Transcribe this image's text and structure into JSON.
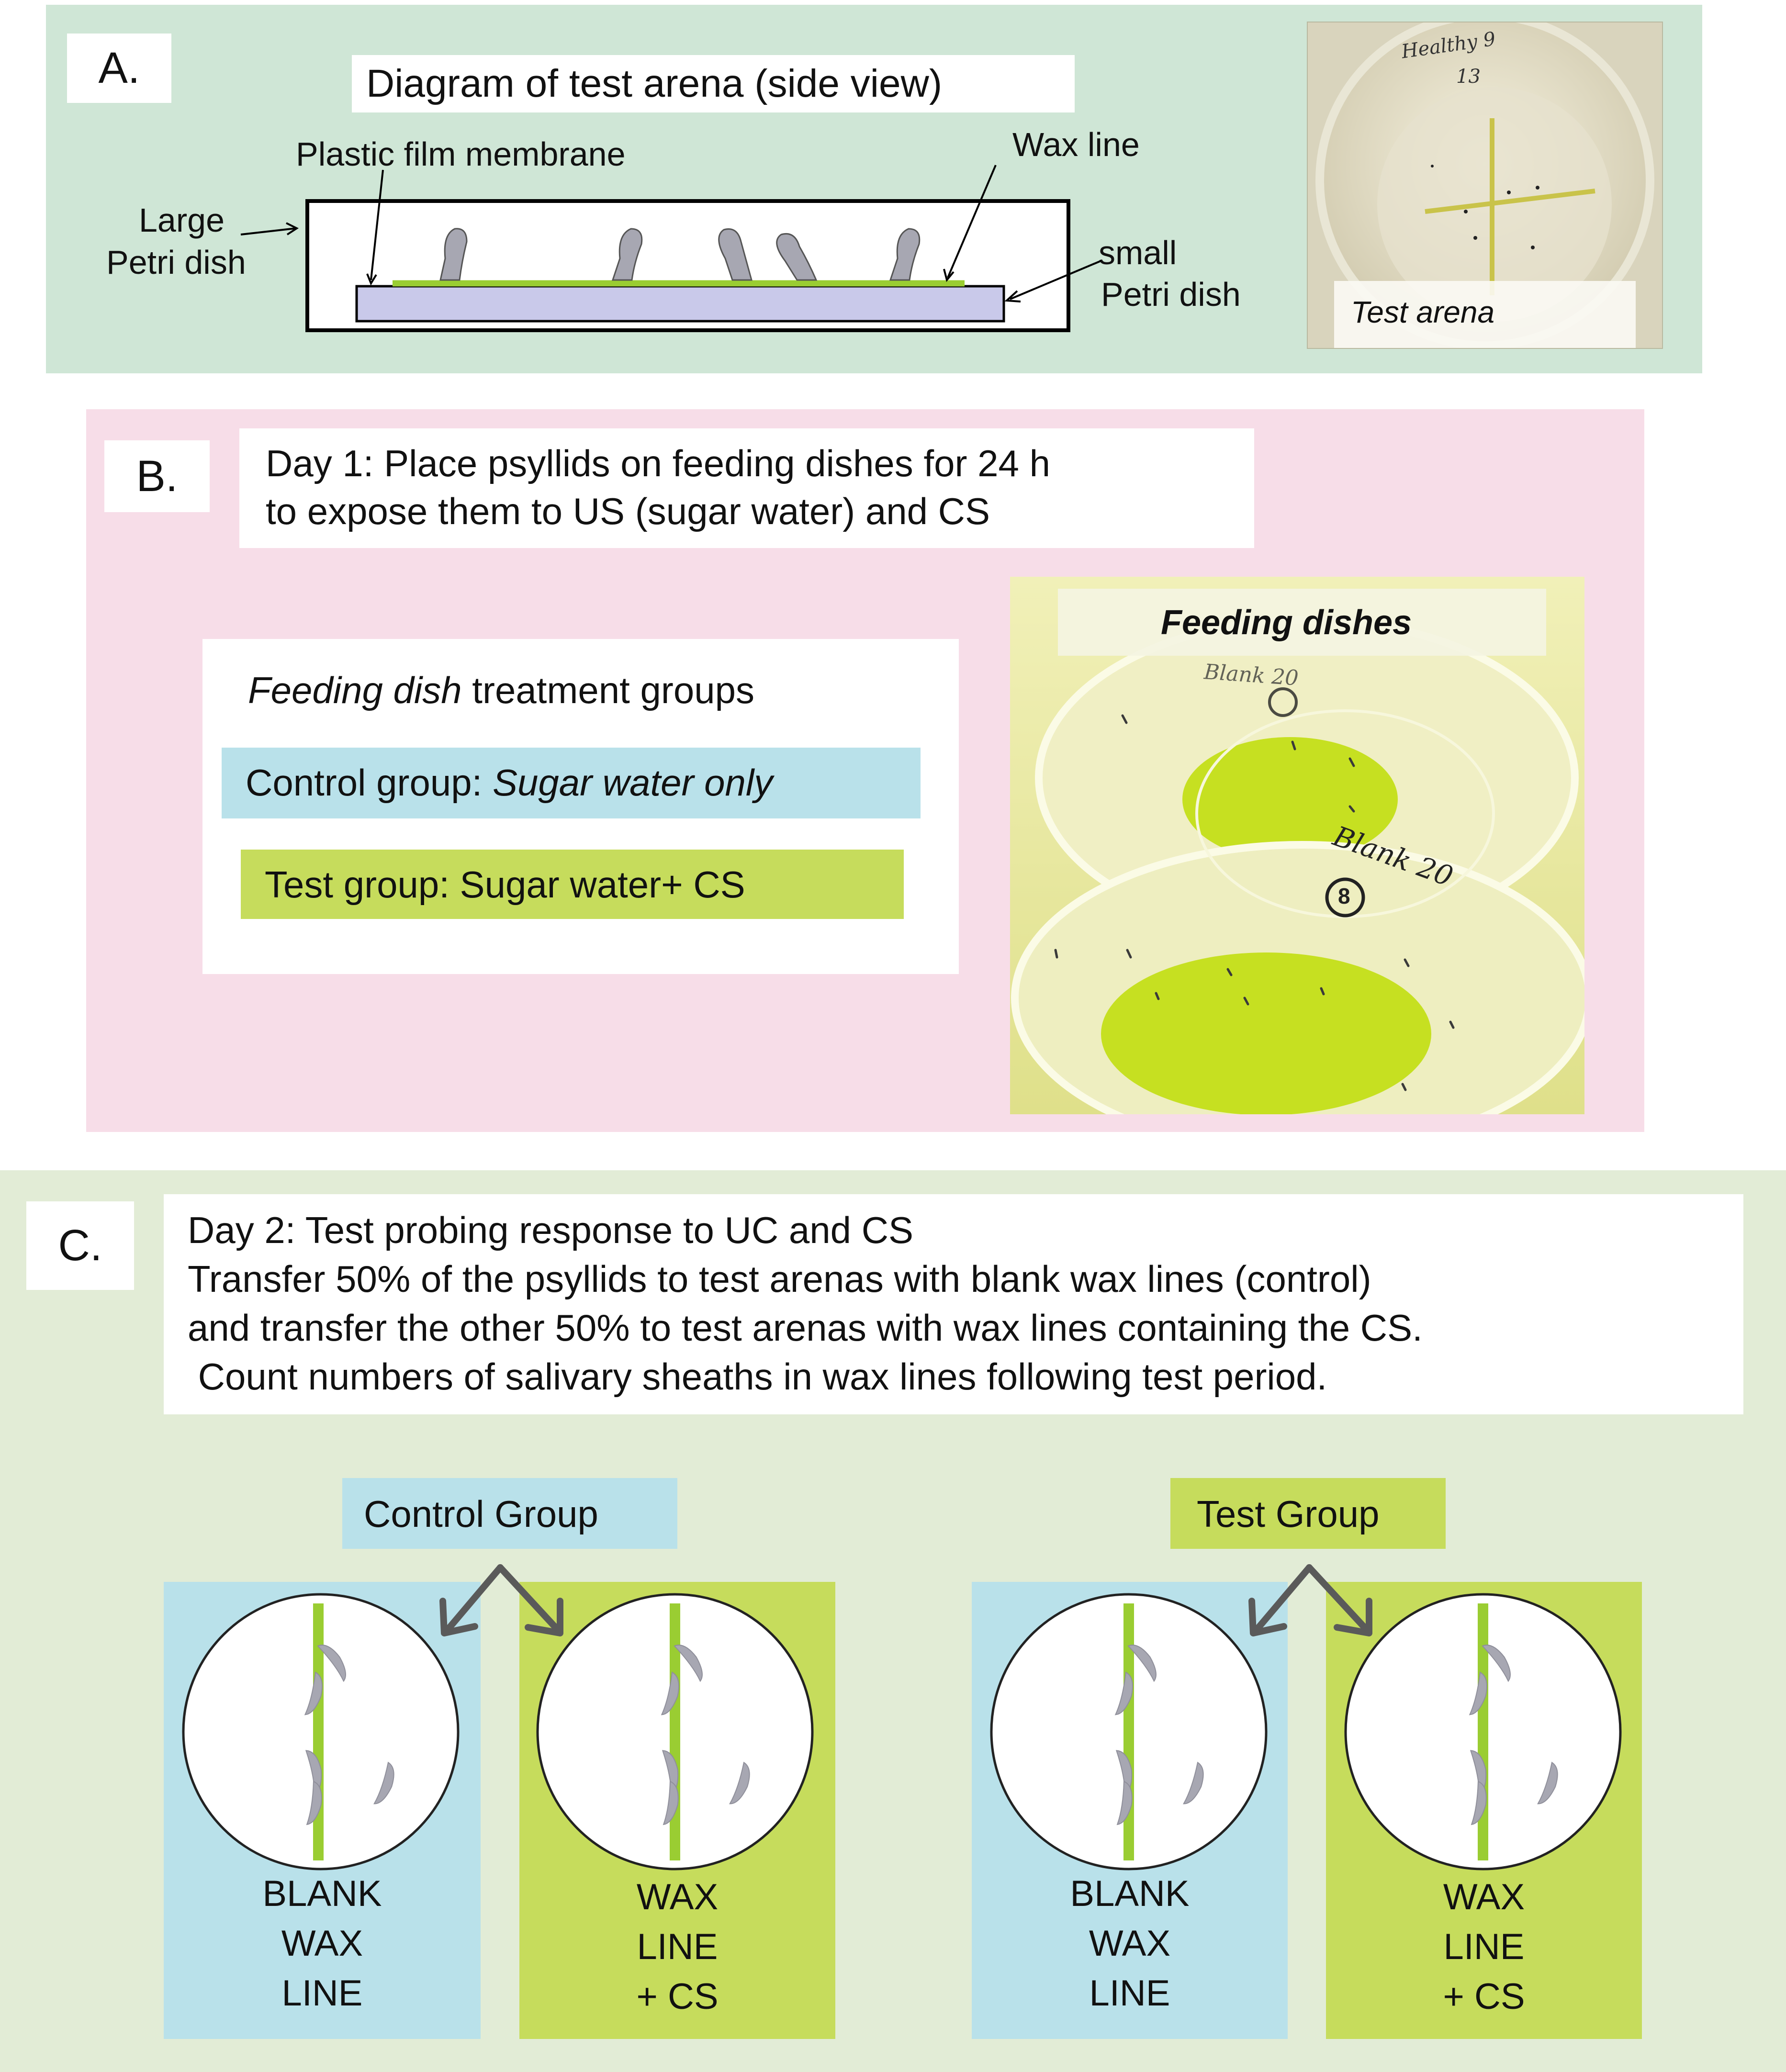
{
  "panel_a": {
    "letter": "A.",
    "title": "Diagram of test arena (side view)",
    "label_membrane": "Plastic film membrane",
    "label_wax": "Wax line",
    "label_large_1": "Large",
    "label_large_2": "Petri dish",
    "label_small_1": "small",
    "label_small_2": "Petri dish",
    "photo_caption": "Test arena",
    "photo_handwriting_1": "Healthy 9",
    "photo_handwriting_2": "13"
  },
  "panel_b": {
    "letter": "B.",
    "line1": "Day 1: Place psyllids on feeding dishes for 24 h",
    "line2": "to expose them to US (sugar water) and CS",
    "groups_title_italic": "Feeding dish",
    "groups_title_rest": " treatment groups",
    "control_prefix": "Control group: ",
    "control_italic": "Sugar water only",
    "test_label": "Test group: Sugar water+ CS",
    "photo_caption": "Feeding dishes",
    "photo_handwriting_1": "Blank 20",
    "photo_handwriting_2": "Blank 20",
    "photo_number": "8"
  },
  "panel_c": {
    "letter": "C.",
    "line1": "Day 2: Test probing response to UC and CS",
    "line2": "Transfer 50% of the psyllids to test arenas with blank wax lines (control)",
    "line3": "and transfer the other 50% to test arenas with wax lines containing the CS.",
    "line4": " Count numbers of salivary sheaths in wax lines following test period.",
    "control_group": "Control Group",
    "test_group": "Test Group",
    "blank_1": "BLANK",
    "blank_2": "WAX",
    "blank_3": "LINE",
    "wax_1": "WAX",
    "wax_2": "LINE",
    "wax_3": "+ CS"
  },
  "colors": {
    "panel_a_bg": "#cfe6d6",
    "panel_b_bg": "#f7dde8",
    "panel_c_bg": "#e2ecd6",
    "control_blue": "#b9e1ea",
    "test_green": "#c6dc5c",
    "wax_line": "#9acd32",
    "petri_dish": "#c9c9ea",
    "psyllid": "#a7a7b2"
  }
}
